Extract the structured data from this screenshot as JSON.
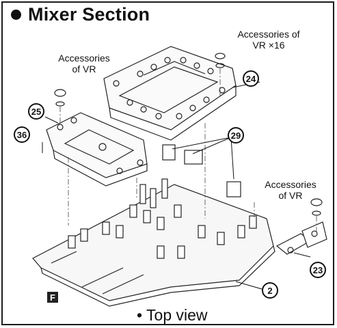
{
  "title": "Mixer Section",
  "labels": {
    "acc_top_right": "Accessories of VR ×16",
    "acc_left": "Accessories of VR",
    "acc_right": "Accessories of VR"
  },
  "callouts": {
    "c24": "24",
    "c25": "25",
    "c36": "36",
    "c29": "29",
    "c23": "23",
    "c2": "2"
  },
  "view_marker": "F",
  "caption": "• Top view"
}
